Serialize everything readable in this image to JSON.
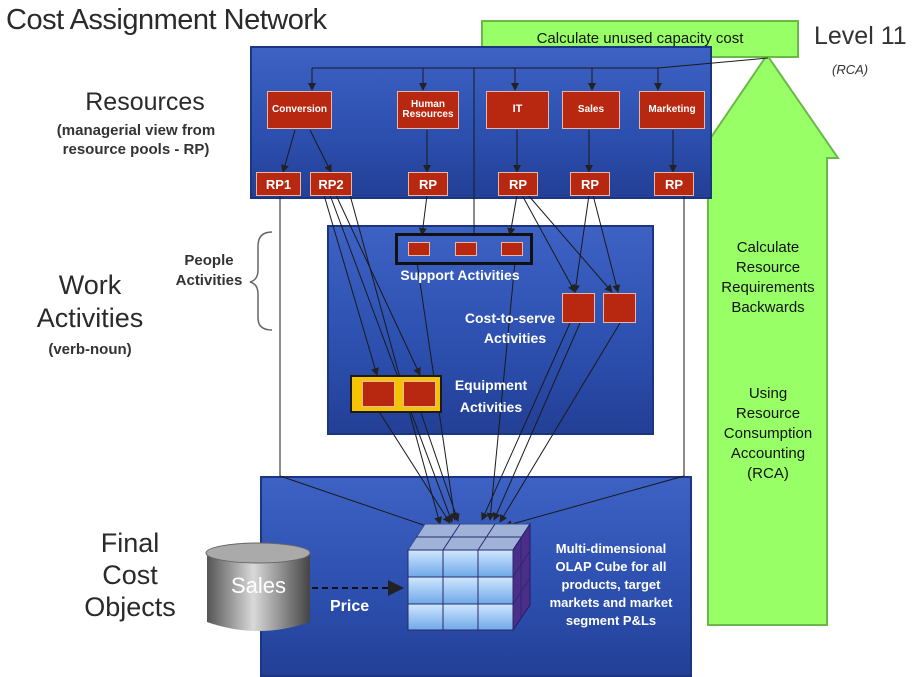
{
  "title": "Cost Assignment Network",
  "level": "Level 11",
  "level_sub": "(RCA)",
  "top_box": "Calculate unused capacity cost",
  "arrow_text_1": [
    "Calculate",
    "Resource",
    "Requirements",
    "Backwards"
  ],
  "arrow_text_2": [
    "Using",
    "Resource",
    "Consumption",
    "Accounting",
    "(RCA)"
  ],
  "resources": {
    "label": "Resources",
    "sub": [
      "(managerial view from",
      "resource pools - RP)"
    ],
    "nodes": [
      "Conversion",
      "Human Resources",
      "IT",
      "Sales",
      "Marketing"
    ],
    "rps": [
      "RP1",
      "RP2",
      "RP",
      "RP",
      "RP",
      "RP"
    ]
  },
  "work": {
    "label": [
      "Work",
      "Activities"
    ],
    "sub": "(verb-noun)",
    "people": [
      "People",
      "Activities"
    ],
    "support": "Support Activities",
    "cost_to_serve": [
      "Cost-to-serve",
      "Activities"
    ],
    "equipment": [
      "Equipment",
      "Activities"
    ]
  },
  "final": {
    "label": [
      "Final",
      "Cost",
      "Objects"
    ],
    "sales": "Sales",
    "price": "Price",
    "cube_text": [
      "Multi-dimensional",
      "OLAP Cube for all",
      "products, target",
      "markets and market",
      "segment P&Ls"
    ]
  },
  "colors": {
    "blue": "#2c4fae",
    "red": "#b8270f",
    "green": "#99ff66"
  }
}
